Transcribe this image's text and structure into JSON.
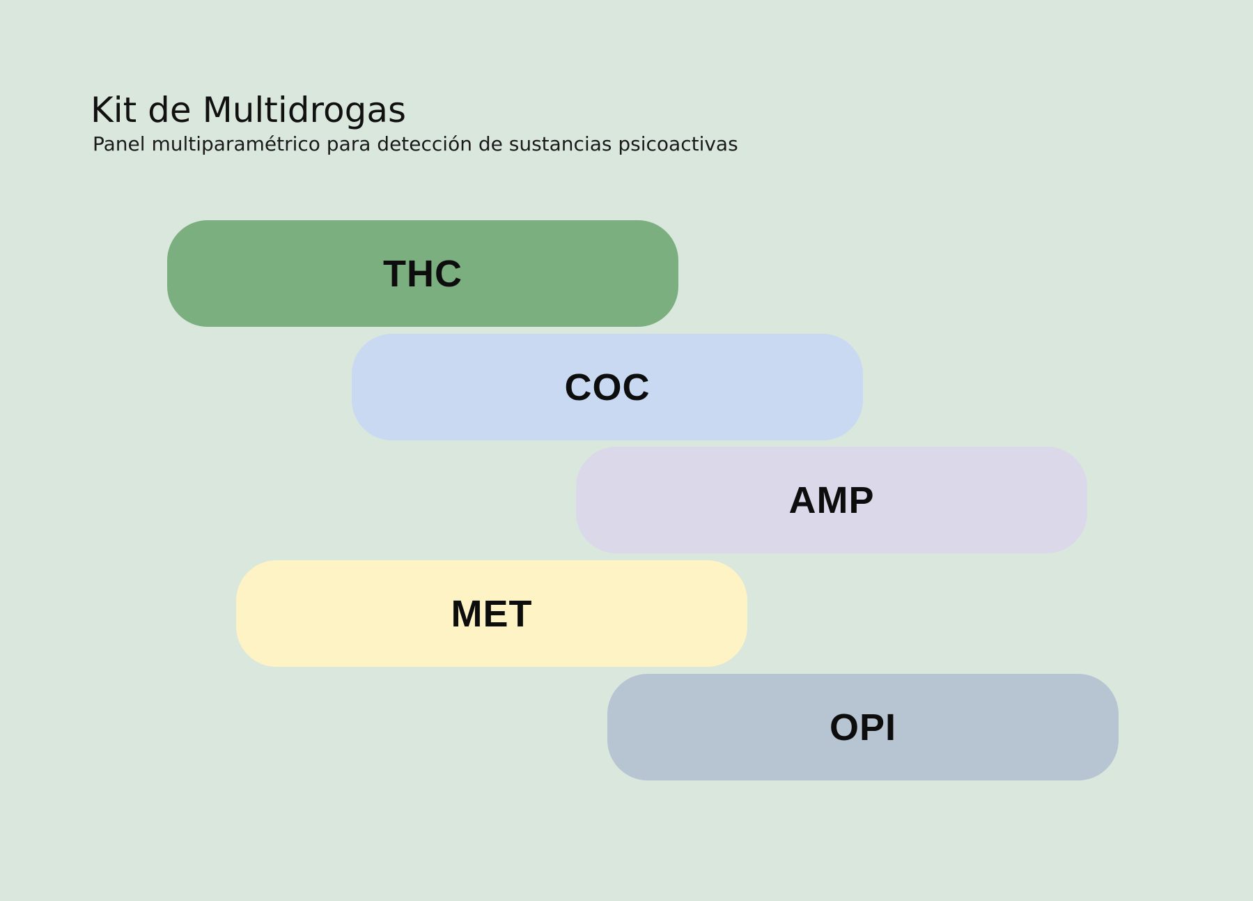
{
  "header": {
    "title": "Kit de Multidrogas",
    "subtitle": "Panel multiparamétrico para detección de sustancias psicoactivas"
  },
  "panels": [
    {
      "label": "THC",
      "color": "#7caf7f"
    },
    {
      "label": "COC",
      "color": "#c9d9f1"
    },
    {
      "label": "AMP",
      "color": "#dbd8ea"
    },
    {
      "label": "MET",
      "color": "#fdf3c4"
    },
    {
      "label": "OPI",
      "color": "#b7c5d3"
    }
  ]
}
